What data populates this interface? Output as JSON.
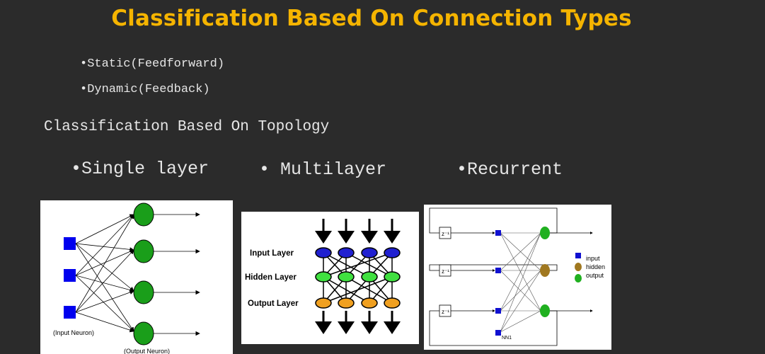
{
  "title": "Classification Based On Connection Types",
  "connection_types": [
    "Static(Feedforward)",
    "Dynamic(Feedback)"
  ],
  "topology_heading": "Classification Based On Topology",
  "topology_types": [
    "Single layer",
    "Multilayer",
    "Recurrent"
  ],
  "single_layer_diagram": {
    "input_label": "(Input Neuron)",
    "output_label": "(Output Neuron)"
  },
  "multilayer_diagram": {
    "layers": [
      "Input Layer",
      "Hidden Layer",
      "Output Layer"
    ],
    "colors": {
      "input": "#2020d0",
      "hidden": "#40e040",
      "output": "#f0a020"
    }
  },
  "recurrent_diagram": {
    "delay_label": "z⁻¹",
    "nn_label": "NN1",
    "legend": [
      "input",
      "hidden",
      "output"
    ],
    "colors": {
      "input": "#1010d0",
      "hidden": "#a07820",
      "output": "#20b020"
    }
  }
}
